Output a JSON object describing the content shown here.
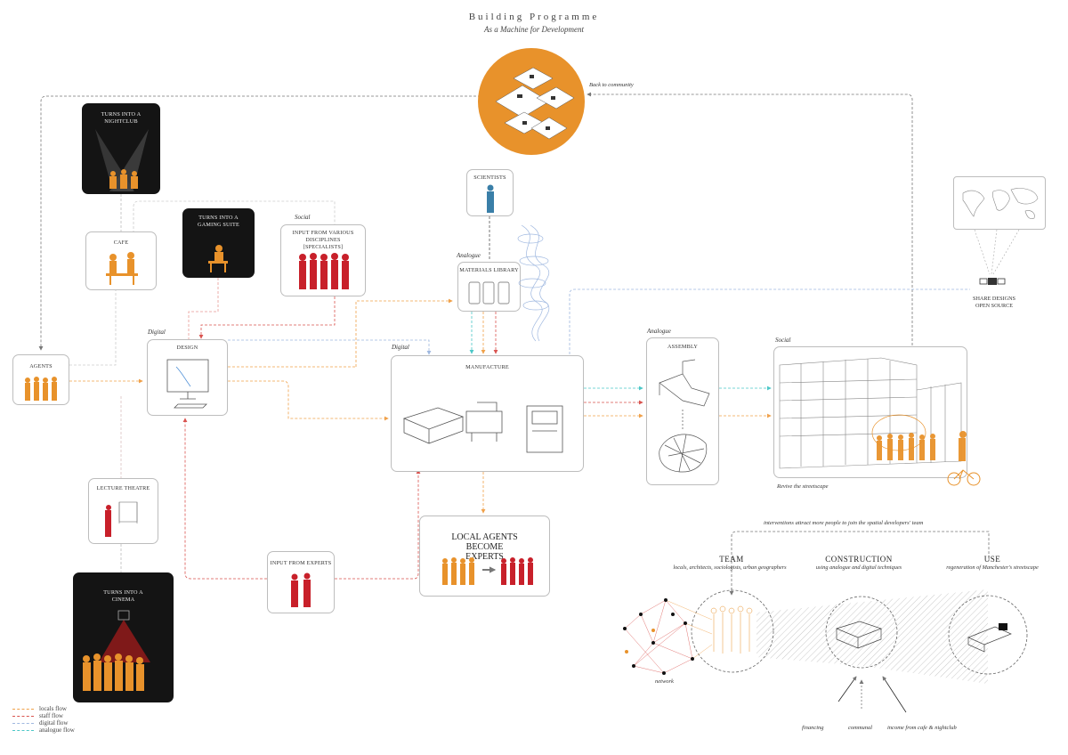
{
  "header": {
    "title": "Building Programme",
    "subtitle": "As a Machine for Development"
  },
  "colors": {
    "locals": "#f0a14a",
    "staff": "#d9534f",
    "digital": "#9fb8e0",
    "analogue": "#4bc7c7",
    "orange": "#e8922b",
    "red": "#c8202a",
    "blue": "#3a7fa8"
  },
  "top": {
    "back_label": "Back to community"
  },
  "nodes": {
    "nightclub": "TURNS INTO A NIGHTCLUB",
    "gaming": "TURNS INTO A GAMING SUITE",
    "cafe": "CAFE",
    "social_cat": "Social",
    "input": "INPUT FROM VARIOUS DISCIPLINES [SPECIALISTS]",
    "scientists": "SCIENTISTS",
    "analogue_cat": "Analogue",
    "materials": "MATERIALS LIBRARY",
    "digital_cat": "Digital",
    "design": "DESIGN",
    "agents": "AGENTS",
    "digital_cat2": "Digital",
    "manufacture": "MANUFACTURE",
    "analogue_cat2": "Analogue",
    "assembly": "ASSEMBLY",
    "social_cat2": "Social",
    "revive": "Revive the streetscape",
    "share": "SHARE DESIGNS OPEN SOURCE",
    "lecture": "LECTURE THEATRE",
    "cinema": "TURNS INTO A CINEMA",
    "experts": "INPUT FROM EXPERTS",
    "local_agents": "LOCAL AGENTS BECOME EXPERTS"
  },
  "team_panel": {
    "intro": "interventions attract more people to join the spatial developers' team",
    "team_title": "TEAM",
    "team_sub": "locals, architects, sociologists, urban geographers",
    "construction_title": "CONSTRUCTION",
    "construction_sub": "using analogue and digital techniques",
    "use_title": "USE",
    "use_sub": "regeneration of Manchester's streetscape",
    "network": "network",
    "financing": "financing",
    "communal": "communal",
    "income": "income from cafe & nightclub"
  },
  "legend": [
    {
      "label": "locals flow",
      "color": "#f0a14a"
    },
    {
      "label": "staff flow",
      "color": "#d9534f"
    },
    {
      "label": "digital flow",
      "color": "#9fb8e0"
    },
    {
      "label": "analogue flow",
      "color": "#4bc7c7"
    }
  ]
}
